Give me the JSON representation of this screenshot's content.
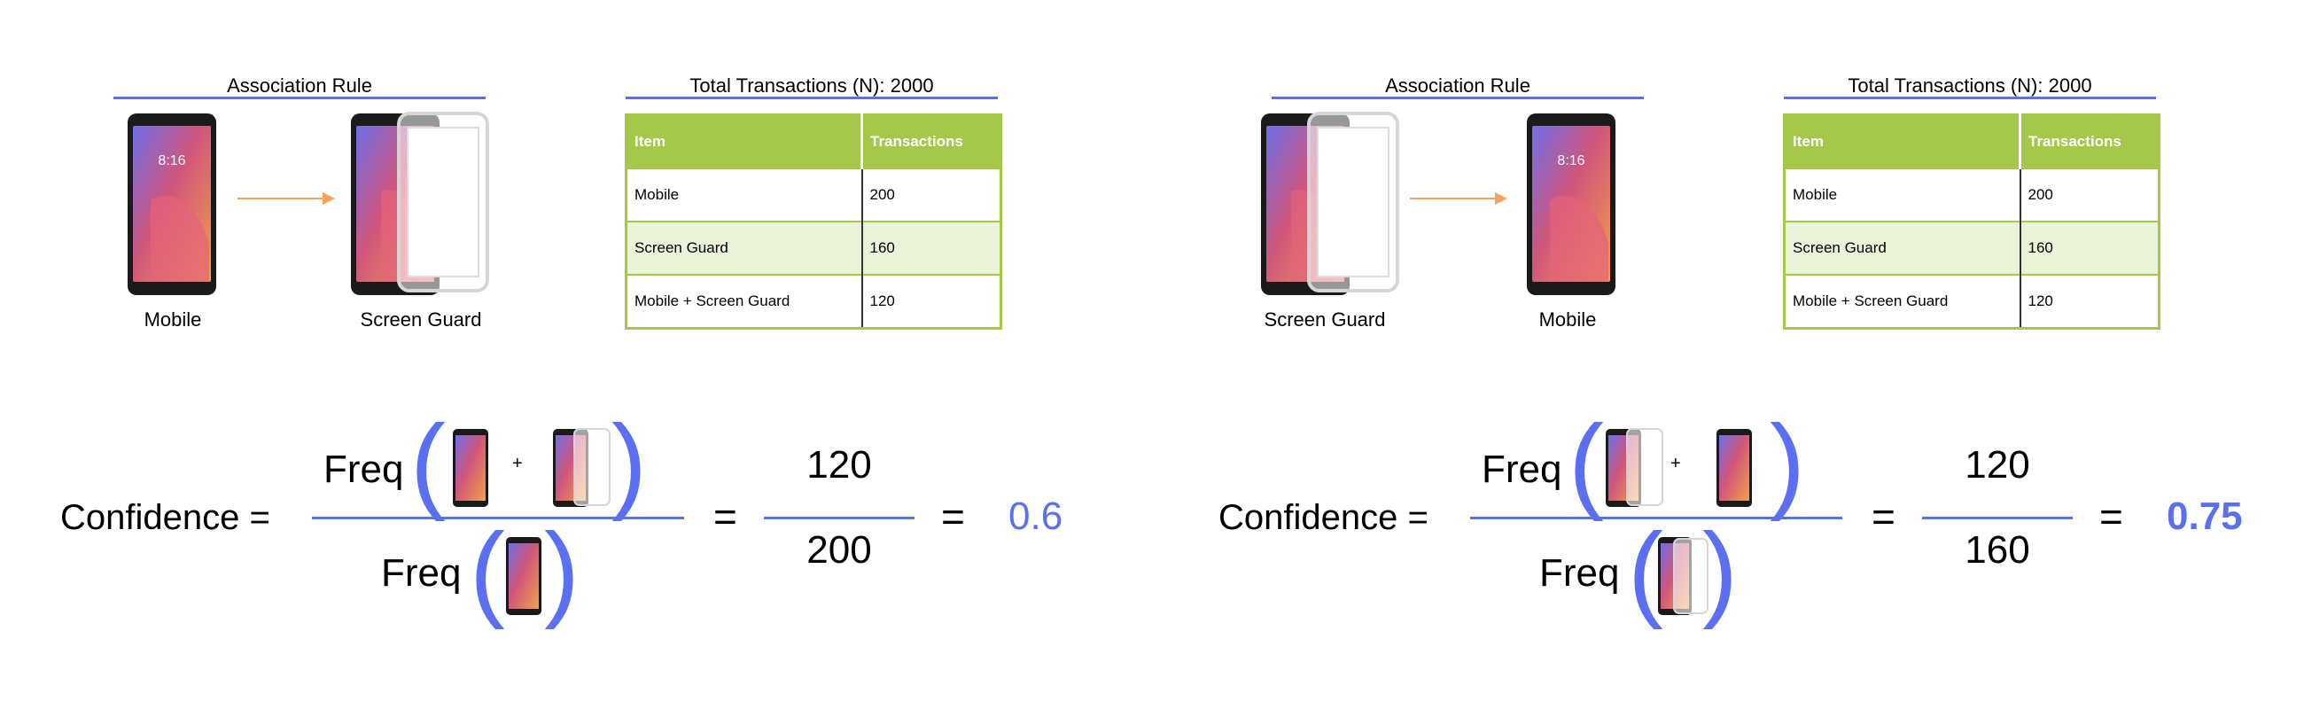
{
  "colors": {
    "accent_blue": "#5b6ff2",
    "table_green": "#a5c84b",
    "table_alt_row": "#eaf2d8",
    "arrow_orange": "#f4a460"
  },
  "panels": [
    {
      "association_rule_title": "Association Rule",
      "antecedent_label": "Mobile",
      "consequent_label": "Screen Guard",
      "antecedent_icon": "mobile-phone-icon",
      "consequent_icon": "phone-with-screen-guard-icon",
      "table": {
        "title": "Total Transactions (N): 2000",
        "headers": [
          "Item",
          "Transactions"
        ],
        "rows": [
          [
            "Mobile",
            "200"
          ],
          [
            "Screen Guard",
            "160"
          ],
          [
            "Mobile + Screen Guard",
            "120"
          ]
        ]
      },
      "formula": {
        "label": "Confidence =",
        "numerator_func": "Freq",
        "plus": "+",
        "denominator_func": "Freq",
        "equals": "=",
        "fraction_numerator": "120",
        "fraction_denominator": "200",
        "result": "0.6"
      }
    },
    {
      "association_rule_title": "Association Rule",
      "antecedent_label": "Screen Guard",
      "consequent_label": "Mobile",
      "antecedent_icon": "phone-with-screen-guard-icon",
      "consequent_icon": "mobile-phone-icon",
      "table": {
        "title": "Total Transactions (N): 2000",
        "headers": [
          "Item",
          "Transactions"
        ],
        "rows": [
          [
            "Mobile",
            "200"
          ],
          [
            "Screen Guard",
            "160"
          ],
          [
            "Mobile + Screen Guard",
            "120"
          ]
        ]
      },
      "formula": {
        "label": "Confidence =",
        "numerator_func": "Freq",
        "plus": "+",
        "denominator_func": "Freq",
        "equals": "=",
        "fraction_numerator": "120",
        "fraction_denominator": "160",
        "result": "0.75"
      }
    }
  ]
}
